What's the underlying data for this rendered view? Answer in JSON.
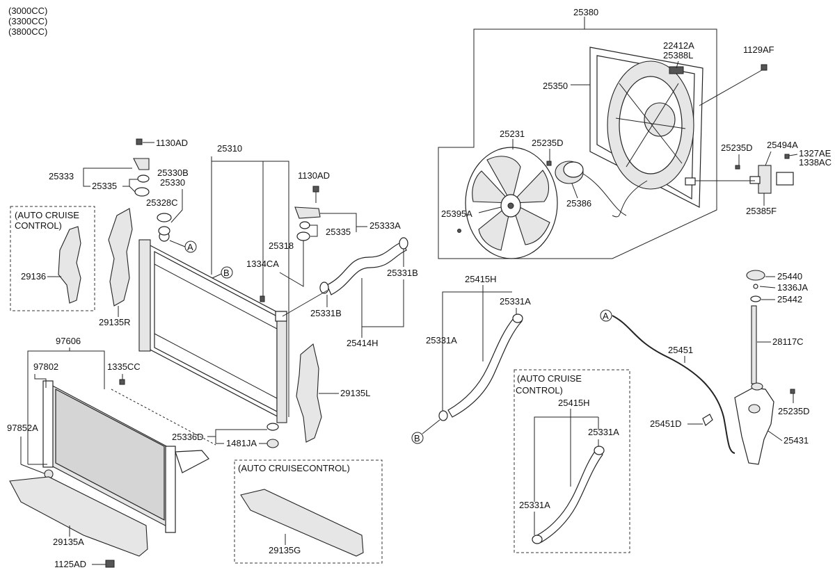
{
  "engine_variants": [
    "(3000CC)",
    "(3300CC)",
    "(3800CC)"
  ],
  "callouts": {
    "a": "A",
    "b": "B"
  },
  "box_titles": {
    "auto_cruise_1": "(AUTO CRUISE",
    "auto_cruise_1b": "CONTROL)",
    "auto_cruise_2": "(AUTO CRUISECONTROL)",
    "auto_cruise_3": "(AUTO CRUISE",
    "auto_cruise_3b": "CONTROL)"
  },
  "labels": {
    "p25380": "25380",
    "p22412A": "22412A",
    "p25388L": "25388L",
    "p1129AF": "1129AF",
    "p25350": "25350",
    "p25231": "25231",
    "p25235D_fan": "25235D",
    "p25235D_right": "25235D",
    "p25494A": "25494A",
    "p1327AE": "1327AE",
    "p1338AC": "1338AC",
    "p25395A": "25395A",
    "p25386": "25386",
    "p25385F": "25385F",
    "p1130AD_top": "1130AD",
    "p25310": "25310",
    "p25333": "25333",
    "p25330B": "25330B",
    "p25330": "25330",
    "p25335_left": "25335",
    "p25328C": "25328C",
    "p1130AD_mid": "1130AD",
    "p25333A": "25333A",
    "p25335_mid": "25335",
    "p25318": "25318",
    "p1334CA": "1334CA",
    "p25331B_top": "25331B",
    "p25331B_bot": "25331B",
    "p25414H": "25414H",
    "p29136": "29136",
    "p29135R": "29135R",
    "p29135L": "29135L",
    "p97606": "97606",
    "p97802": "97802",
    "p1335CC": "1335CC",
    "p97852A": "97852A",
    "p25336D": "25336D",
    "p1481JA": "1481JA",
    "p29135A": "29135A",
    "p1125AD": "1125AD",
    "p29135G": "29135G",
    "p25415H_top": "25415H",
    "p25331A_1": "25331A",
    "p25331A_2": "25331A",
    "p25415H_box": "25415H",
    "p25331A_3": "25331A",
    "p25331A_4": "25331A",
    "p25440": "25440",
    "p1336JA": "1336JA",
    "p25442": "25442",
    "p28117C": "28117C",
    "p25451": "25451",
    "p25235D_tank": "25235D",
    "p25451D": "25451D",
    "p25431": "25431"
  }
}
